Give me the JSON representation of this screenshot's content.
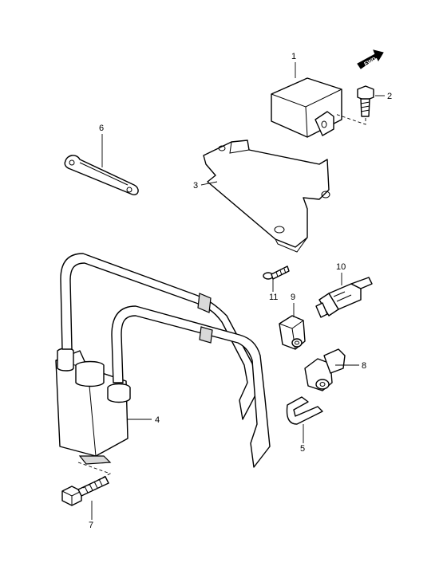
{
  "forward_marker": {
    "label": "FWD"
  },
  "callouts": {
    "p1": "1",
    "p2": "2",
    "p3": "3",
    "p4": "4",
    "p5": "5",
    "p6": "6",
    "p7": "7",
    "p8": "8",
    "p9": "9",
    "p10": "10",
    "p11": "11"
  }
}
